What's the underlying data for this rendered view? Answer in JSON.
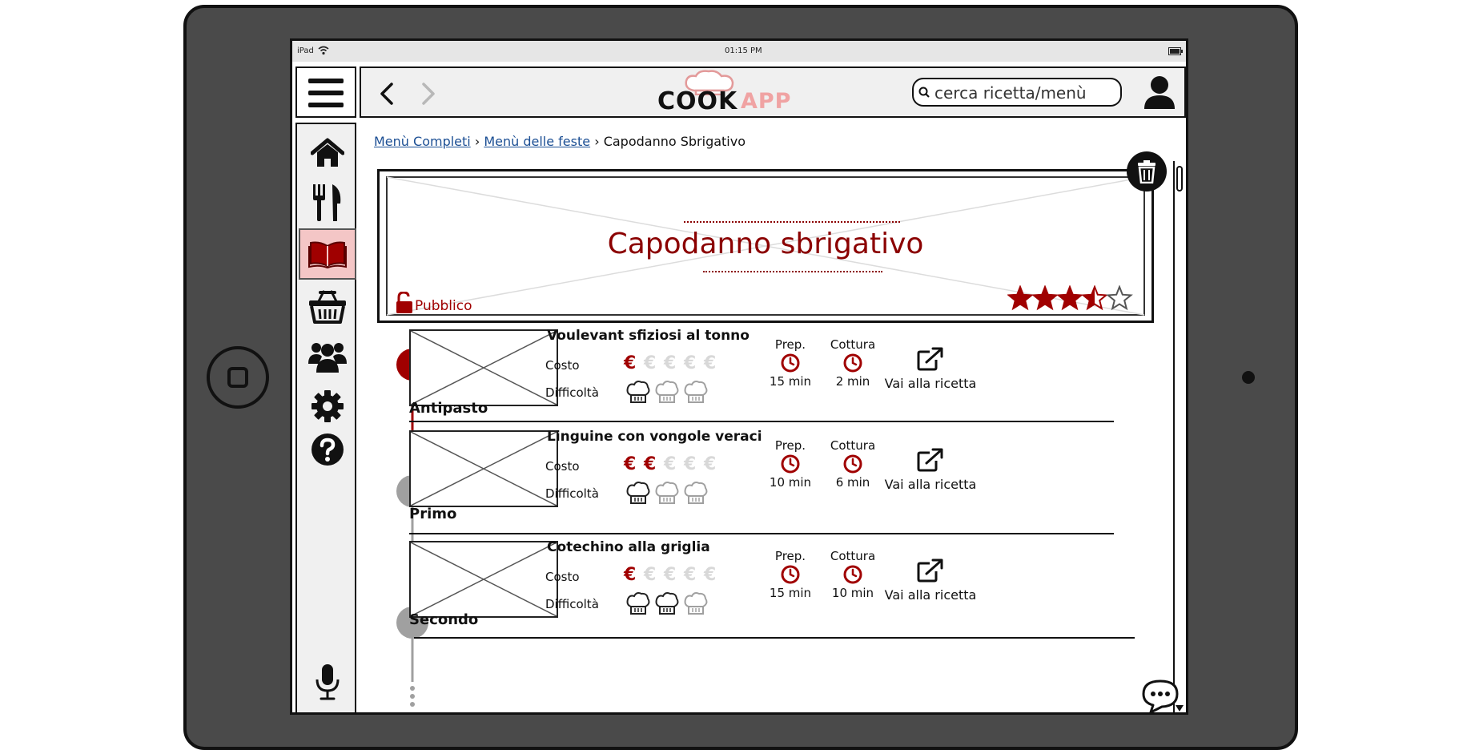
{
  "statusbar": {
    "device": "iPad",
    "time": "01:15 PM"
  },
  "header": {
    "logo_cook": "COOK",
    "logo_app": "APP",
    "search_placeholder": "cerca ricetta/menù"
  },
  "breadcrumb": {
    "items": [
      "Menù Completi",
      "Menù delle feste"
    ],
    "separator": "›",
    "current": "Capodanno Sbrigativo"
  },
  "banner": {
    "title": "Capodanno sbrigativo",
    "visibility": "Pubblico",
    "rating": 3.5,
    "rating_max": 5
  },
  "labels": {
    "cost": "Costo",
    "difficulty": "Difficoltà",
    "prep": "Prep.",
    "cook": "Cottura",
    "open_recipe": "Vai alla ricetta"
  },
  "courses": [
    {
      "course": "Antipasto",
      "name": "Voulevant sfiziosi al tonno",
      "cost": 1,
      "difficulty": 1,
      "prep": "15 min",
      "cook": "2 min"
    },
    {
      "course": "Primo",
      "name": "Linguine con vongole veraci",
      "cost": 2,
      "difficulty": 1,
      "prep": "10 min",
      "cook": "6 min"
    },
    {
      "course": "Secondo",
      "name": "Cotechino alla griglia",
      "cost": 1,
      "difficulty": 2,
      "prep": "15 min",
      "cook": "10 min"
    }
  ],
  "colors": {
    "accent": "#a00000",
    "inactive": "#a0a0a0",
    "active_nav_bg": "#f4c6c6"
  },
  "icons": [
    "home-icon",
    "cutlery-icon",
    "book-icon",
    "basket-icon",
    "users-icon",
    "gear-icon",
    "help-icon",
    "microphone-icon",
    "trash-icon",
    "padlock-open-icon",
    "chat-icon",
    "external-link-icon",
    "clock-icon",
    "chef-hat-icon",
    "user-icon",
    "back-icon",
    "forward-icon",
    "menu-icon"
  ]
}
